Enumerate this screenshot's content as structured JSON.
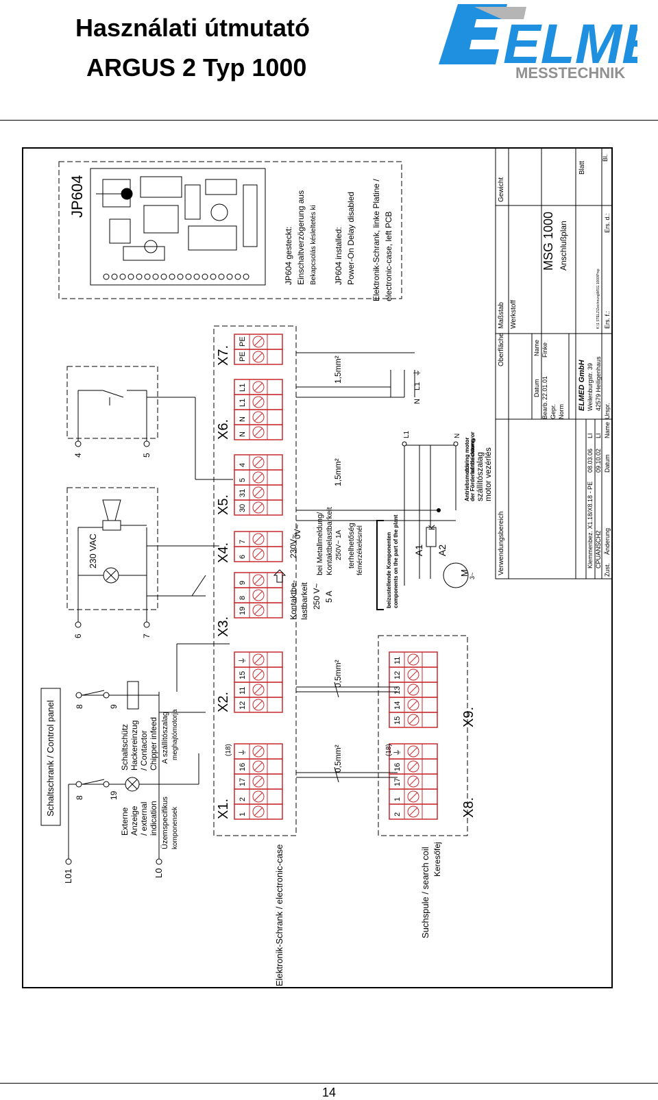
{
  "header": {
    "title_line1": "Használati útmutató",
    "title_line2": "ARGUS 2 Typ 1000",
    "logo_brand": "ELMED",
    "logo_sub": "MESSTECHNIK"
  },
  "footer": {
    "page_number": "14"
  },
  "diagram": {
    "jumper": "JP604",
    "jp_notes": [
      "JP604 gesteckt:",
      "Einschaltverzögerung aus",
      "Bekapcsolás késleltetés ki",
      "JP604 installed:",
      "Power-On Delay disabled",
      "Elektronik-Schrank, linke Platine /",
      "electronic-case, left PCB"
    ],
    "control_panel_label": "Schaltschrank / Control panel",
    "electronic_case_label": "Elektronik-Schrank / electronic-case",
    "search_coil_label": [
      "Suchspule / search coil",
      "Keresőfej"
    ],
    "ext_indication": [
      "Externe",
      "Anzeige",
      "/ external",
      "indication"
    ],
    "contactor": [
      "Schaltschütz",
      "Hackereinzug",
      "/ Contactor",
      "Chipper infeed"
    ],
    "conveyor_motor": [
      "A szállítószalag",
      "meghajtómotorja"
    ],
    "plant_components": [
      "Üzemspecifikus",
      "komponensek"
    ],
    "supply_L01": "L01",
    "supply_L0": "L0",
    "voltage_230": "230 VAC",
    "contact_rating": [
      "Kontaktbe-",
      "lastbarkeit",
      "250 V~",
      "5 A"
    ],
    "relay_text": [
      "230V~",
      "0V~",
      "bei Metallmeldung/",
      "Kontaktbelastbarkeit",
      "250V~ 1A",
      "terhelhetőség",
      "fémérzékelésnél"
    ],
    "plant_side": [
      "beizustellende Komponenten",
      "components on the part of the plant"
    ],
    "motor_labels": [
      "A1",
      "A2",
      "K",
      "M",
      "3~"
    ],
    "drive_motor": [
      "Antriebsmotor",
      "der Förderbandrichtung",
      "driving motor",
      "of the conveyor",
      "szállítószalag",
      "motor vezérlés"
    ],
    "blocks": [
      {
        "id": "X1.",
        "terms": [
          "1",
          "2",
          "17",
          "16",
          "⏚"
        ],
        "note": "(18)"
      },
      {
        "id": "X2.",
        "terms": [
          "12",
          "11",
          "15",
          "⏚"
        ]
      },
      {
        "id": "X3.",
        "terms": [
          "19",
          "8",
          "9"
        ]
      },
      {
        "id": "X4.",
        "terms": [
          "6",
          "7"
        ]
      },
      {
        "id": "X5.",
        "terms": [
          "30",
          "31",
          "5",
          "4"
        ]
      },
      {
        "id": "X6.",
        "terms": [
          "N",
          "N",
          "L1",
          "L1"
        ]
      },
      {
        "id": "X7.",
        "terms": [
          "PE",
          "PE"
        ]
      },
      {
        "id": "X8.",
        "terms": [
          "2",
          "1",
          "17",
          "16",
          "⏚"
        ],
        "note": "(18)"
      },
      {
        "id": "X9.",
        "terms": [
          "15",
          "14",
          "13",
          "12",
          "11"
        ]
      }
    ],
    "wire_sizes": [
      "0,5mm²",
      "0,5mm²",
      "1,5mm²",
      "1,5mm²"
    ],
    "panel_terms": [
      "8",
      "8",
      "9",
      "19",
      "6",
      "7",
      "4",
      "5"
    ],
    "power_terms": [
      "L1",
      "N",
      "N",
      "L1",
      "⏚"
    ],
    "title_block": {
      "col_labels": [
        "Verwendungsbereich",
        "Oberfläche",
        "Maßstab",
        "Werkstoff",
        "Gewicht"
      ],
      "drawing_no": "MSG 1000",
      "drawing_name": "Anschlußplan",
      "sheet": "Blatt",
      "sheet_of": "Bl.",
      "rows": [
        [
          "Bearb.",
          "22.01.01",
          "Finke"
        ],
        [
          "Gepr.",
          "",
          ""
        ],
        [
          "Norm",
          "",
          ""
        ]
      ],
      "head_row": [
        "Datum",
        "Name"
      ],
      "company": [
        "ELMED GmbH",
        "Weilenburgstr. 39",
        "42579 Heiligenhaus"
      ],
      "changes": [
        [
          "Klemmenbez. X1.18/X8.18 - PE",
          "08.03.06",
          "LI"
        ],
        [
          "CPUANSCH2",
          "09.10.02",
          "LI"
        ],
        [
          "Änderung",
          "Datum",
          "Name"
        ]
      ],
      "zust": "Zust.",
      "ursp": "Urspr.",
      "ers_f": "Ers. f.:",
      "ers_d": "Ers. d.:",
      "path": "K:\\1 STELZ\\Zeichnung\\MSG 1000\\Prsp"
    }
  }
}
